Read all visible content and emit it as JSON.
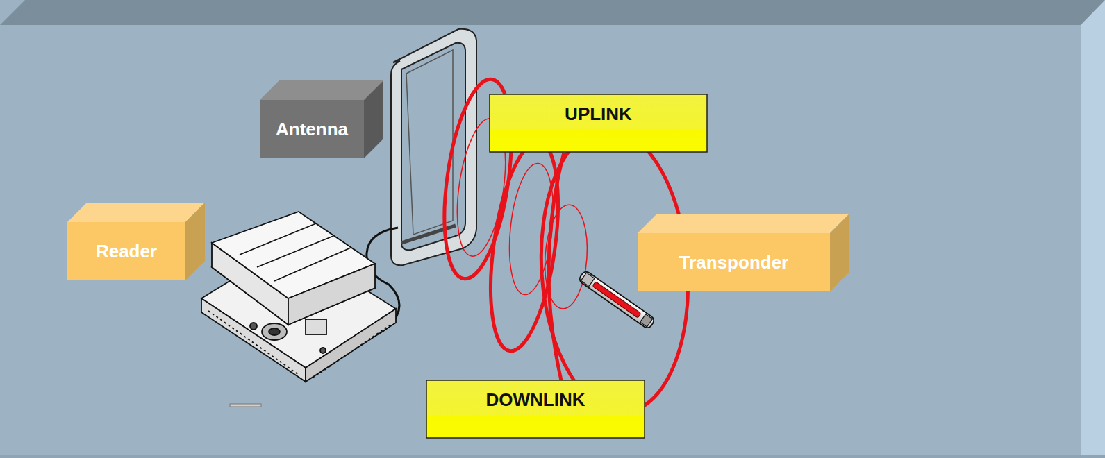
{
  "diagram": {
    "nodes": [
      {
        "text": [
          "Antenna"
        ]
      },
      {
        "text": [
          "UPLINK"
        ]
      },
      {
        "text": [
          "Reader"
        ]
      },
      {
        "text": [
          "Transponder"
        ]
      },
      {
        "text": [
          "DOWNLINK"
        ]
      }
    ]
  }
}
